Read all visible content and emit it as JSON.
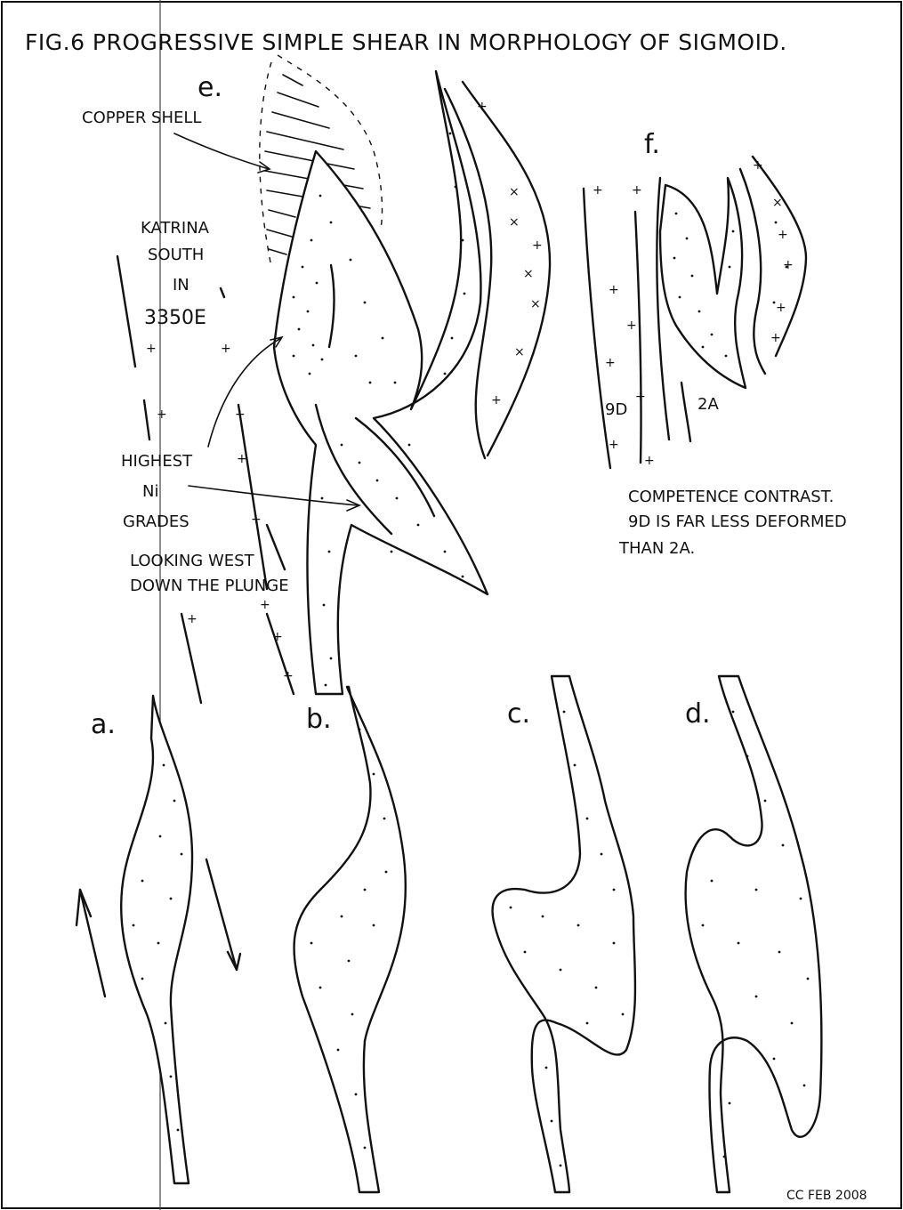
{
  "title": "FIG.6 PROGRESSIVE SIMPLE SHEAR IN MORPHOLOGY OF SIGMOID.",
  "panel_labels": {
    "a": "a.",
    "b": "b.",
    "c": "c.",
    "d": "d.",
    "e": "e.",
    "f": "f."
  },
  "annotations": {
    "copper_shell": "COPPER SHELL",
    "location_line1": "KATRINA",
    "location_line2": "SOUTH",
    "location_line3": "IN",
    "location_line4": "3350E",
    "grades_line1": "HIGHEST",
    "grades_line2": "Ni",
    "grades_line3": "GRADES",
    "looking_line1": "LOOKING WEST",
    "looking_line2": "DOWN THE PLUNGE",
    "unit_9d": "9D",
    "unit_2a": "2A",
    "competence_line1": "COMPETENCE CONTRAST.",
    "competence_line2": "9D IS FAR LESS DEFORMED",
    "competence_line3": "THAN 2A.",
    "signature": "CC FEB 2008"
  },
  "colors": {
    "ink": "#111111",
    "paper": "#ffffff"
  }
}
